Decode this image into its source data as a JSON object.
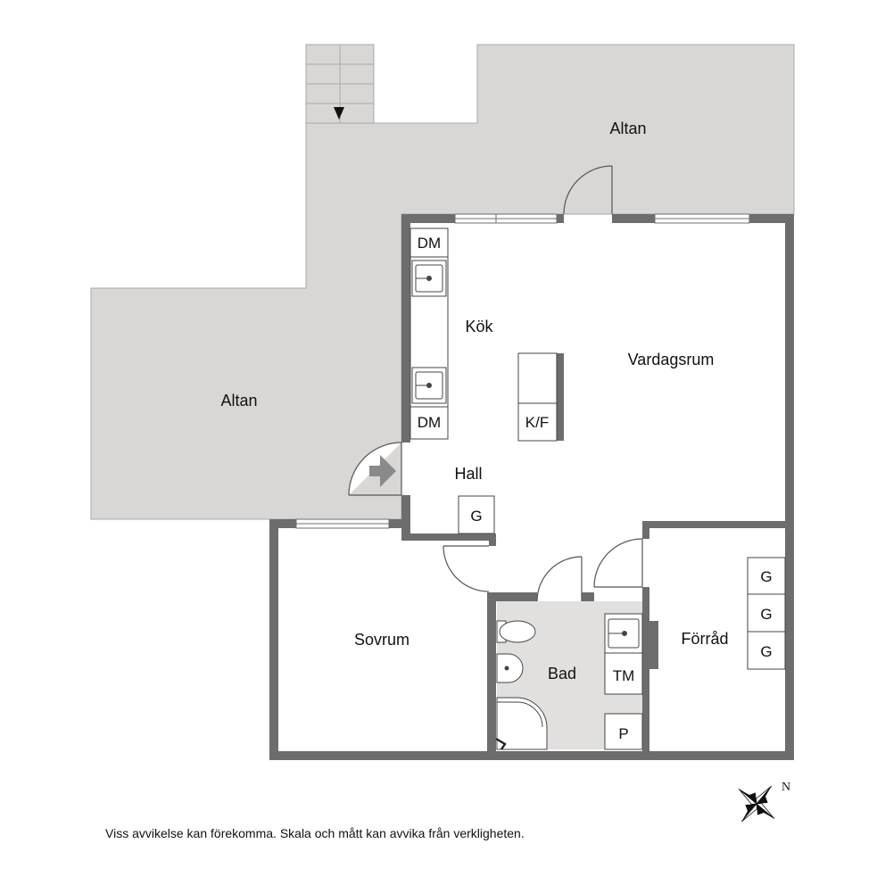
{
  "rooms": {
    "altan_top": "Altan",
    "altan_left": "Altan",
    "kok": "Kök",
    "vardagsrum": "Vardagsrum",
    "hall": "Hall",
    "sovrum": "Sovrum",
    "bad": "Bad",
    "forrad": "Förråd"
  },
  "fixtures": {
    "dm_top": "DM",
    "dm_bottom": "DM",
    "kf": "K/F",
    "g_hall": "G",
    "g_forrad_1": "G",
    "g_forrad_2": "G",
    "g_forrad_3": "G",
    "tm": "TM",
    "p": "P"
  },
  "compass": {
    "north_label": "N"
  },
  "disclaimer": "Viss avvikelse kan förekomma. Skala och mått kan avvika från verkligheten.",
  "colors": {
    "terrace": "#d9d7d5",
    "bathroom_floor": "#e2e0de",
    "wall": "#6d6d6d",
    "background": "#ffffff"
  }
}
